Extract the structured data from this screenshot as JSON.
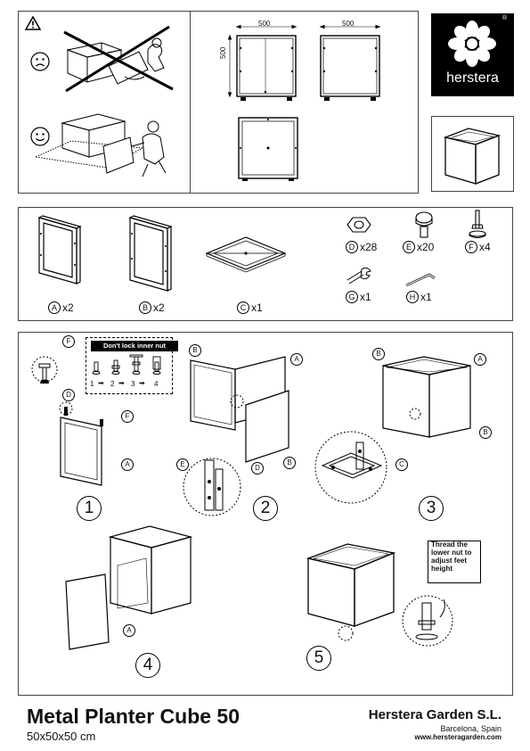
{
  "warning_symbol": "warning-triangle",
  "dimensions": {
    "width_top": "500",
    "width_side": "500",
    "height": "500"
  },
  "brand": {
    "logo_text": "herstera",
    "registered": "®"
  },
  "parts": [
    {
      "letter": "A",
      "qty": "x2"
    },
    {
      "letter": "B",
      "qty": "x2"
    },
    {
      "letter": "C",
      "qty": "x1"
    },
    {
      "letter": "D",
      "qty": "x28"
    },
    {
      "letter": "E",
      "qty": "x20"
    },
    {
      "letter": "F",
      "qty": "x4"
    },
    {
      "letter": "G",
      "qty": "x1"
    },
    {
      "letter": "H",
      "qty": "x1"
    }
  ],
  "steps": {
    "dont_lock": "Don't lock inner nut",
    "sequence": [
      "1",
      "2",
      "3",
      "4"
    ],
    "s1": "1",
    "s2": "2",
    "s3": "3",
    "s4": "4",
    "s5": "5",
    "callout": "Thread the lower nut to adjust feet height",
    "labels": {
      "A": "A",
      "B": "B",
      "C": "C",
      "D": "D",
      "E": "E",
      "F": "F"
    }
  },
  "footer": {
    "product": "Metal Planter Cube 50",
    "size": "50x50x50 cm",
    "company": "Herstera Garden S.L.",
    "city": "Barcelona, Spain",
    "web": "www.hersteragarden.com"
  }
}
